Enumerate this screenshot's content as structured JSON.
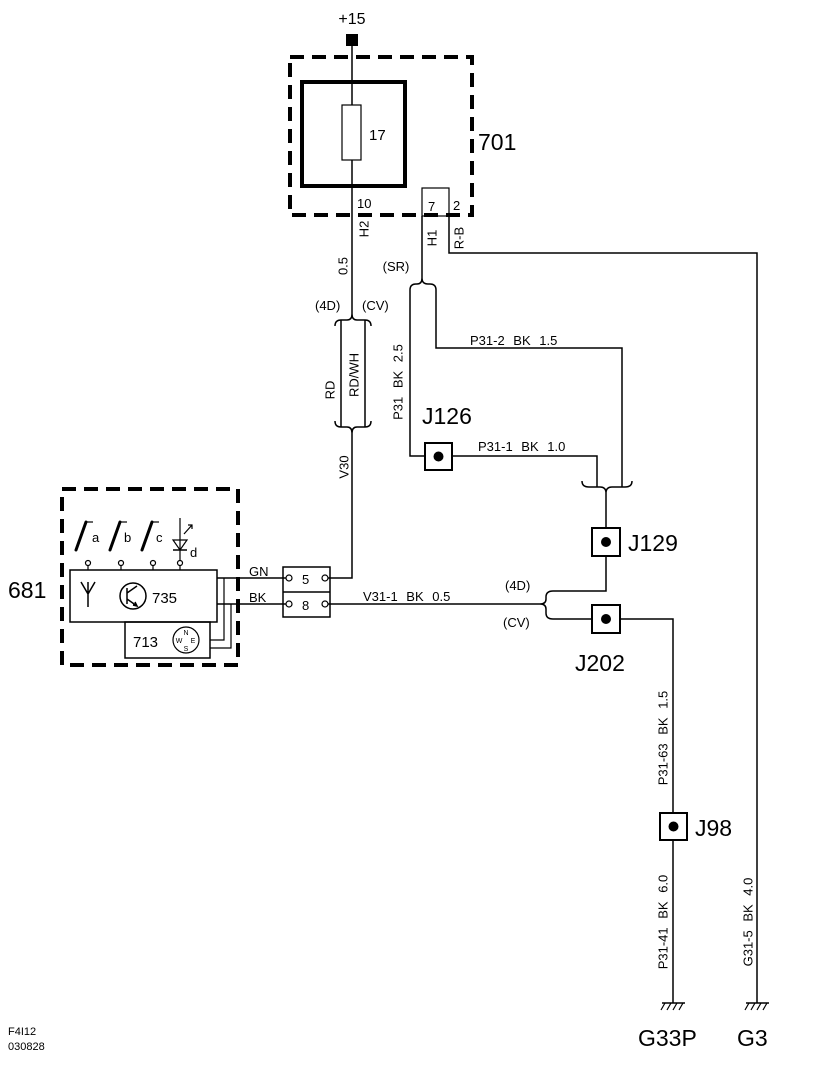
{
  "supply_label": "+15",
  "unit_701": {
    "label": "701",
    "fuse_number": "17",
    "pin_10": "10",
    "pin_7": "7",
    "pin_2": "2"
  },
  "unit_681": {
    "label": "681",
    "module_735": "735",
    "module_713": "713",
    "switches": [
      "a",
      "b",
      "c",
      "d"
    ],
    "compass": {
      "n": "N",
      "w": "W",
      "e": "E",
      "s": "S"
    }
  },
  "connector": {
    "pin_5": "5",
    "pin_8": "8"
  },
  "wire_labels": {
    "h2": "H2",
    "h2_size": "0.5",
    "h1": "H1",
    "rb": "R-B",
    "variant_sr": "(SR)",
    "variant_4d_top": "(4D)",
    "variant_cv_top": "(CV)",
    "rd": "RD",
    "rd_wh": "RD/WH",
    "v30": "V30",
    "p31": "P31 BK 2.5",
    "p31_2": "P31-2 BK 1.5",
    "p31_1": "P31-1 BK 1.0",
    "gn": "GN",
    "bk": "BK",
    "v31_1": "V31-1 BK 0.5",
    "variant_4d_right": "(4D)",
    "variant_cv_right": "(CV)",
    "p31_63": "P31-63 BK 1.5",
    "p31_41": "P31-41 BK 6.0",
    "g31_5": "G31-5 BK 4.0"
  },
  "junctions": {
    "j126": "J126",
    "j129": "J129",
    "j202": "J202",
    "j98": "J98"
  },
  "grounds": {
    "g33p": "G33P",
    "g3": "G3"
  },
  "footer": {
    "code": "F4I12",
    "date": "030828"
  }
}
